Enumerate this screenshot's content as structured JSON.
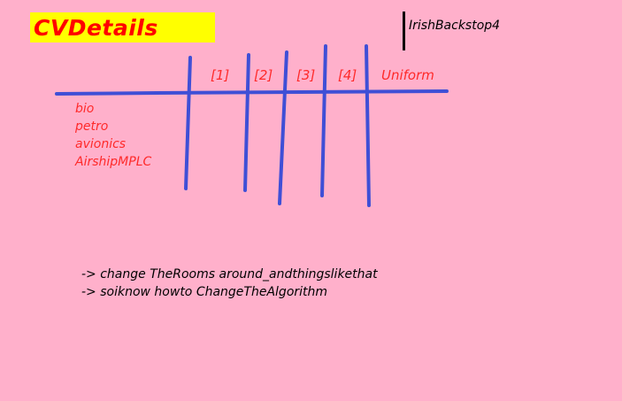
{
  "title": "CVDetails",
  "user": "IrishBackstop4",
  "columns": [
    "[1]",
    "[2]",
    "[3]",
    "[4]",
    "Uniform"
  ],
  "rows": [
    "bio",
    "petro",
    "avionics",
    "AirshipMPLC"
  ],
  "notes": [
    "-> change TheRooms around_andthingslikethat",
    "-> soiknow howto ChangeTheAlgorithm"
  ],
  "colors": {
    "background": "#ffb0cb",
    "title_box": "#ffff00",
    "title_text": "#ff0000",
    "lines": "#3f4fd6",
    "labels": "#ff2a2a"
  }
}
